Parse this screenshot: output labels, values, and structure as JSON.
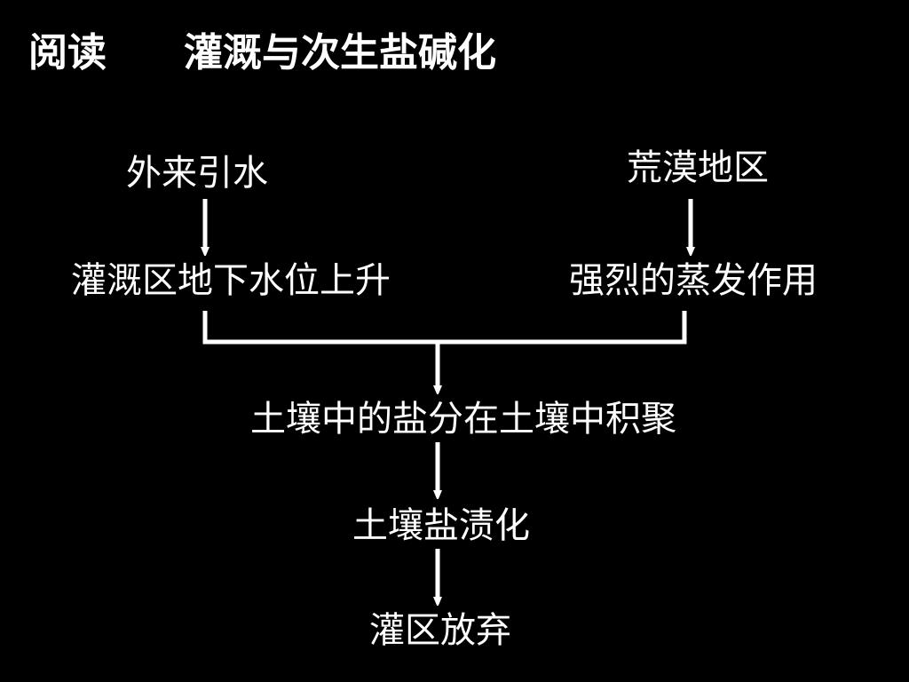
{
  "slide": {
    "title_prefix": "阅读",
    "title_main": "灌溉与次生盐碱化"
  },
  "diagram": {
    "nodes": {
      "foreign_water": "外来引水",
      "desert_region": "荒漠地区",
      "groundwater_rise": "灌溉区地下水位上升",
      "evaporation": "强烈的蒸发作用",
      "salt_accumulation": "土壤中的盐分在土壤中积聚",
      "salinization": "土壤盐渍化",
      "abandonment": "灌区放弃"
    },
    "edges": [
      [
        "foreign_water",
        "groundwater_rise"
      ],
      [
        "desert_region",
        "evaporation"
      ],
      [
        "groundwater_rise",
        "salt_accumulation"
      ],
      [
        "evaporation",
        "salt_accumulation"
      ],
      [
        "salt_accumulation",
        "salinization"
      ],
      [
        "salinization",
        "abandonment"
      ]
    ]
  },
  "colors": {
    "background": "#000000",
    "foreground": "#ffffff"
  }
}
